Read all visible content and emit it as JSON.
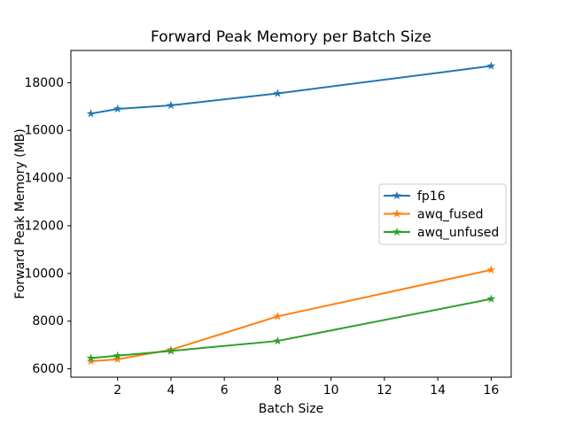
{
  "figure": {
    "background": "#ffffff",
    "frame_color": "#000000"
  },
  "chart_data": {
    "type": "line",
    "title": "Forward Peak Memory per Batch Size",
    "xlabel": "Batch Size",
    "ylabel": "Forward Peak Memory (MB)",
    "x": [
      1,
      2,
      4,
      8,
      16
    ],
    "series": [
      {
        "name": "fp16",
        "color": "#1f77b4",
        "marker": "star",
        "values": [
          16700,
          16900,
          17050,
          17550,
          18700
        ]
      },
      {
        "name": "awq_fused",
        "color": "#ff7f0e",
        "marker": "star",
        "values": [
          6320,
          6400,
          6800,
          8200,
          10150
        ]
      },
      {
        "name": "awq_unfused",
        "color": "#2ca02c",
        "marker": "star",
        "values": [
          6450,
          6550,
          6750,
          7170,
          8930
        ]
      }
    ],
    "xticks": [
      2,
      4,
      6,
      8,
      10,
      12,
      14,
      16
    ],
    "yticks": [
      6000,
      8000,
      10000,
      12000,
      14000,
      16000,
      18000
    ],
    "xlim": [
      0.25,
      16.75
    ],
    "ylim": [
      5650,
      19350
    ],
    "grid": false,
    "legend": {
      "position": "center-right",
      "entries": [
        "fp16",
        "awq_fused",
        "awq_unfused"
      ]
    }
  }
}
